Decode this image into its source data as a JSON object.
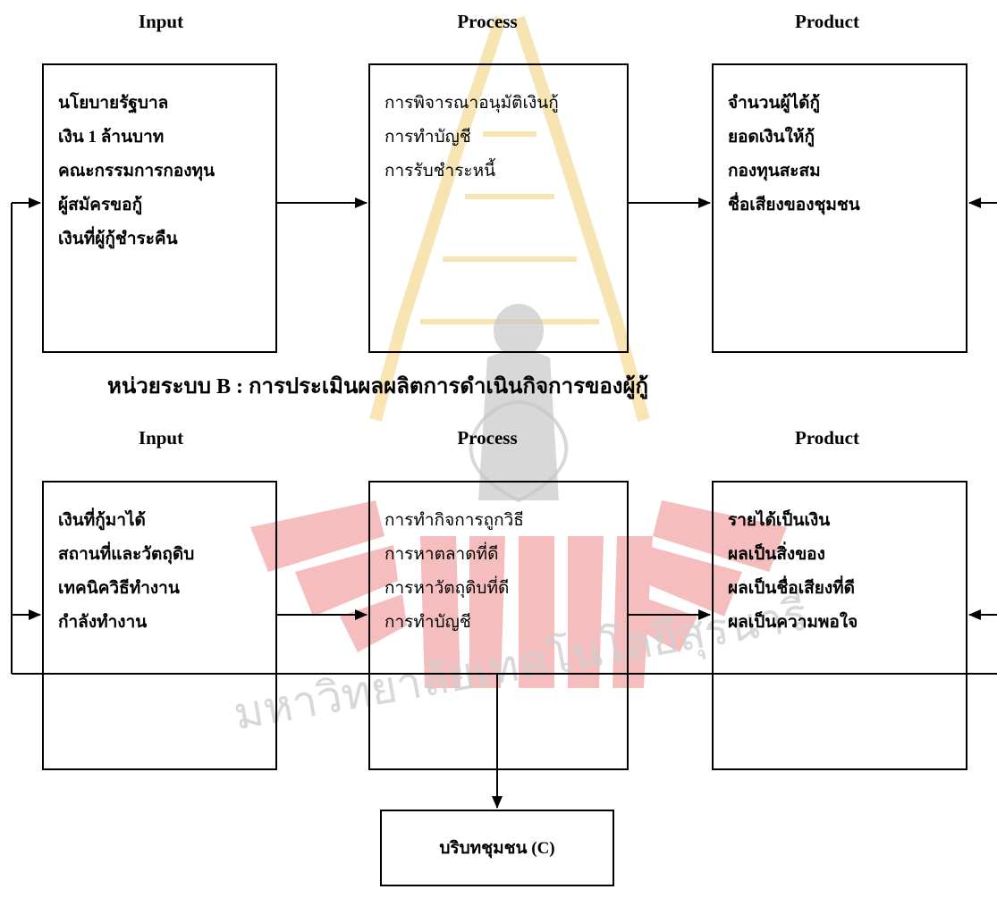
{
  "system_b_title": "หน่วยระบบ B : การประเมินผลผลิตการดำเนินกิจการของผู้กู้",
  "row_a": {
    "headers": {
      "input": "Input",
      "process": "Process",
      "product": "Product"
    },
    "input_items": [
      "นโยบายรัฐบาล",
      "เงิน 1 ล้านบาท",
      "คณะกรรมการกองทุน",
      "ผู้สมัครขอกู้",
      "เงินที่ผู้กู้ชำระคืน"
    ],
    "process_items": [
      "การพิจารณาอนุมัติเงินกู้",
      "การทำบัญชี",
      "การรับชำระหนี้"
    ],
    "product_items": [
      "จำนวนผู้ได้กู้",
      "ยอดเงินให้กู้",
      "กองทุนสะสม",
      "ชื่อเสียงของชุมชน"
    ]
  },
  "row_b": {
    "headers": {
      "input": "Input",
      "process": "Process",
      "product": "Product"
    },
    "input_items": [
      "เงินที่กู้มาได้",
      "สถานที่และวัตถุดิบ",
      "เทคนิควิธีทำงาน",
      "กำลังทำงาน"
    ],
    "process_items": [
      "การทำกิจการถูกวิธี",
      "การหาตลาดที่ดี",
      "การหาวัตถุดิบที่ดี",
      "การทำบัญชี"
    ],
    "product_items": [
      "รายได้เป็นเงิน",
      "ผลเป็นสิ่งของ",
      "ผลเป็นชื่อเสียงที่ดี",
      "ผลเป็นความพอใจ"
    ]
  },
  "community_box": "บริบทชุมชน (C)",
  "watermark_text": "มหาวิทยาลัยเทคโนโลยีสุรนารี",
  "colors": {
    "line": "#000000",
    "watermark_red": "#f2a2a2",
    "watermark_yellow": "#f5dc9a",
    "watermark_gray": "#c8c8c8"
  }
}
